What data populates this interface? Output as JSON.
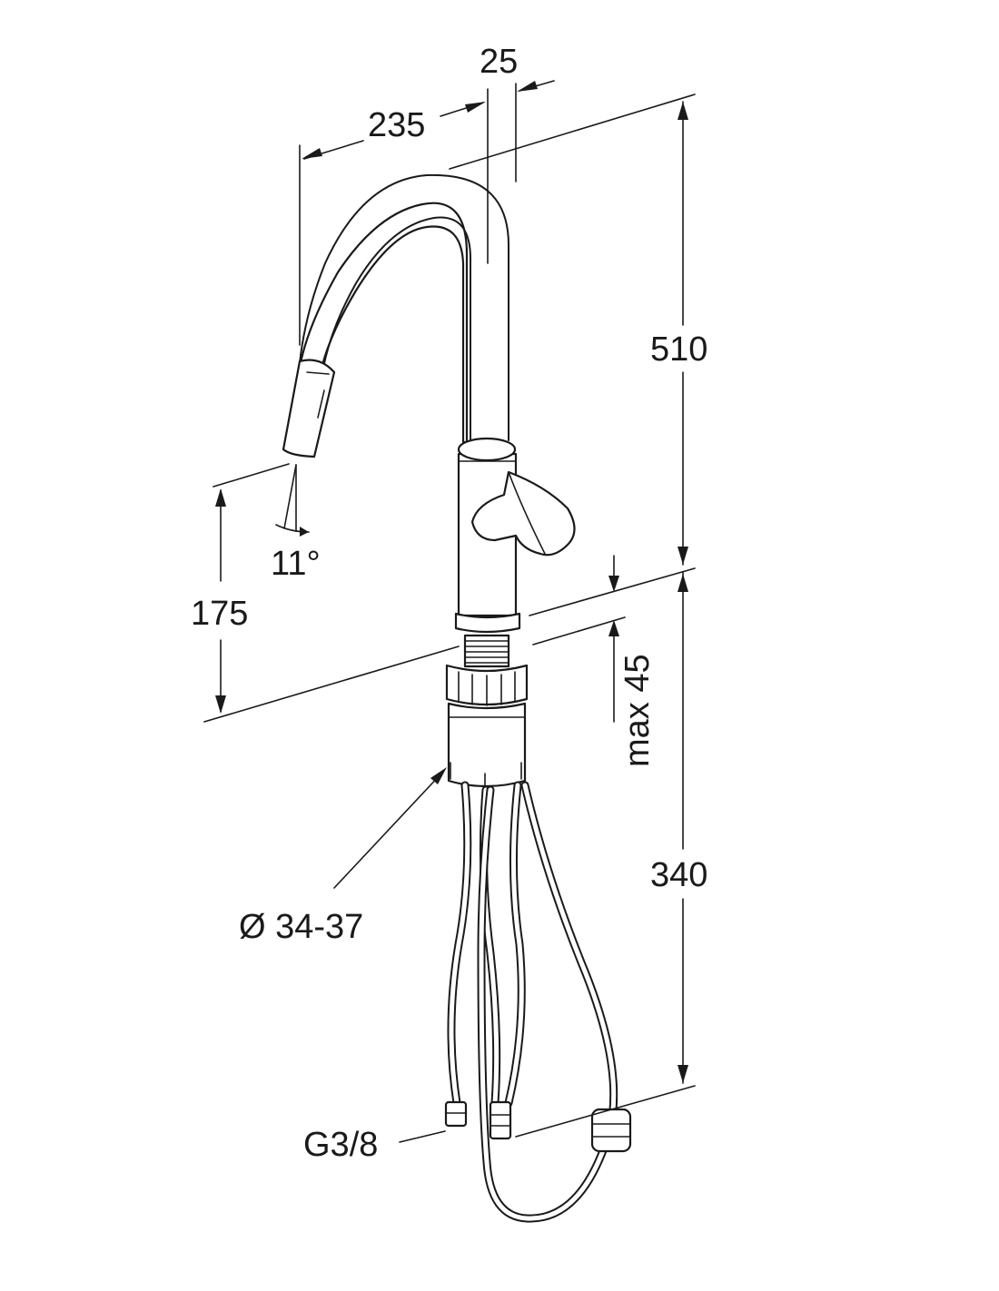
{
  "dimensions": {
    "spout_reach": "235",
    "spout_diameter": "25",
    "height_above_counter": "510",
    "outlet_height": "175",
    "spray_angle": "11°",
    "counter_thickness": "max 45",
    "height_below_counter": "340",
    "hole_diameter": "Ø 34-37",
    "connection_thread": "G3/8"
  }
}
